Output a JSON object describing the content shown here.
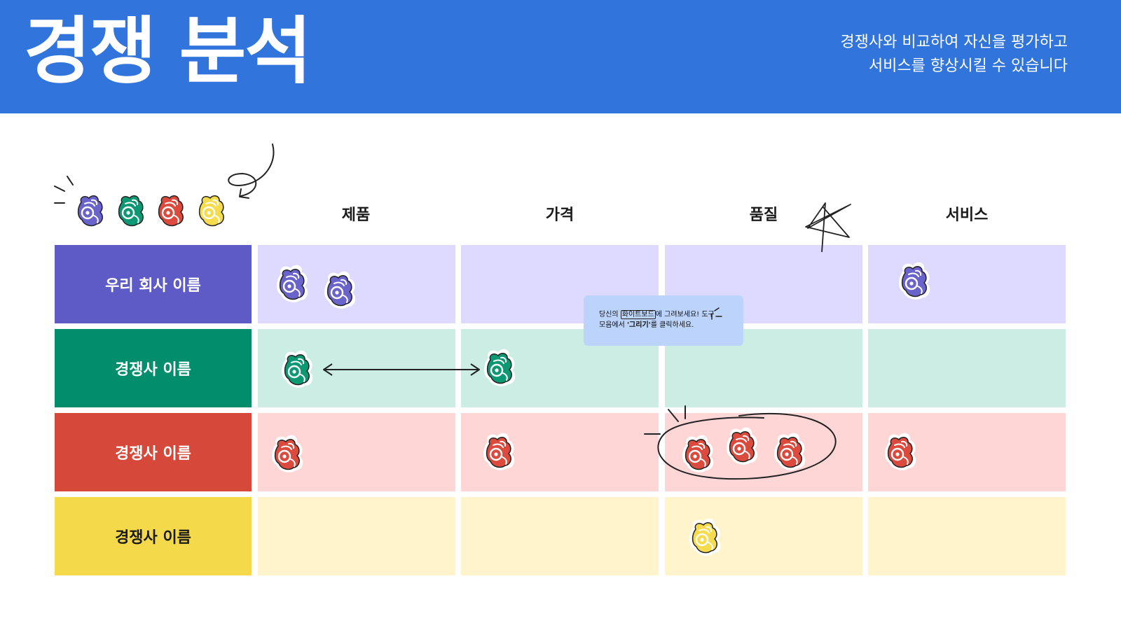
{
  "header": {
    "title": "경쟁 분석",
    "subtitle_line1": "경쟁사와 비교하여 자신을 평가하고",
    "subtitle_line2": "서비스를 향상시킬 수 있습니다"
  },
  "columns": [
    "제품",
    "가격",
    "품질",
    "서비스"
  ],
  "rows": [
    {
      "label": "우리 회사 이름",
      "label_color": "#ffffff",
      "color": "#5f5bc6",
      "light": "#dedaff"
    },
    {
      "label": "경쟁사 이름",
      "label_color": "#ffffff",
      "color": "#028e6c",
      "light": "#cbede4"
    },
    {
      "label": "경쟁사 이름",
      "label_color": "#ffffff",
      "color": "#d5483a",
      "light": "#ffd6d6"
    },
    {
      "label": "경쟁사 이름",
      "label_color": "#1a1a1a",
      "color": "#f4d94a",
      "light": "#fff4cc"
    }
  ],
  "note": {
    "prefix": "당신의 ",
    "highlight": "화이트보드",
    "middle": "에 그려보세요! 도구",
    "line2_prefix": "모음에서 ",
    "bold": "'그리기'",
    "line2_suffix": "를 클릭하세요."
  },
  "icons": {
    "legend": "ok-hand-sticker-icon",
    "colors": {
      "purple": "#6b63cc",
      "green": "#0c9872",
      "red": "#db4a3d",
      "yellow": "#f6dc4c"
    }
  }
}
